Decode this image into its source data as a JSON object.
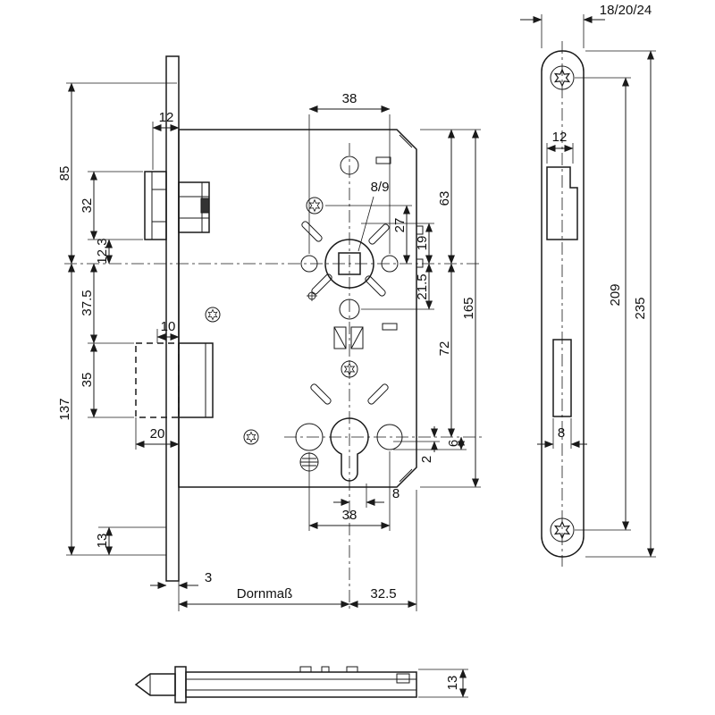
{
  "drawing": {
    "kind": "technical-dimension-drawing",
    "part": "mortise-door-lock",
    "line_color": "#1a1a1a",
    "background": "#ffffff"
  },
  "main_view": {
    "dims": {
      "top38": "38",
      "left12": "12",
      "h85": "85",
      "h32": "32",
      "h12_3": "12.3",
      "h37_5": "37.5",
      "w10": "10",
      "h35": "35",
      "h137": "137",
      "w20": "20",
      "h13": "13",
      "w3": "3",
      "backset_label": "Dornmaß",
      "w32_5": "32.5",
      "square": "8/9",
      "v27": "27",
      "v19": "19",
      "v63": "63",
      "v21_5": "21.5",
      "v165": "165",
      "v72": "72",
      "v6": "6",
      "v2": "2",
      "w8": "8",
      "bottom38": "38"
    }
  },
  "faceplate_view": {
    "dims": {
      "widths": "18/20/24",
      "latch_cutout": "12",
      "screw_spacing": "209",
      "total_length": "235",
      "bolt_cutout": "8"
    }
  },
  "bottom_view": {
    "dims": {
      "case_height": "13"
    }
  }
}
